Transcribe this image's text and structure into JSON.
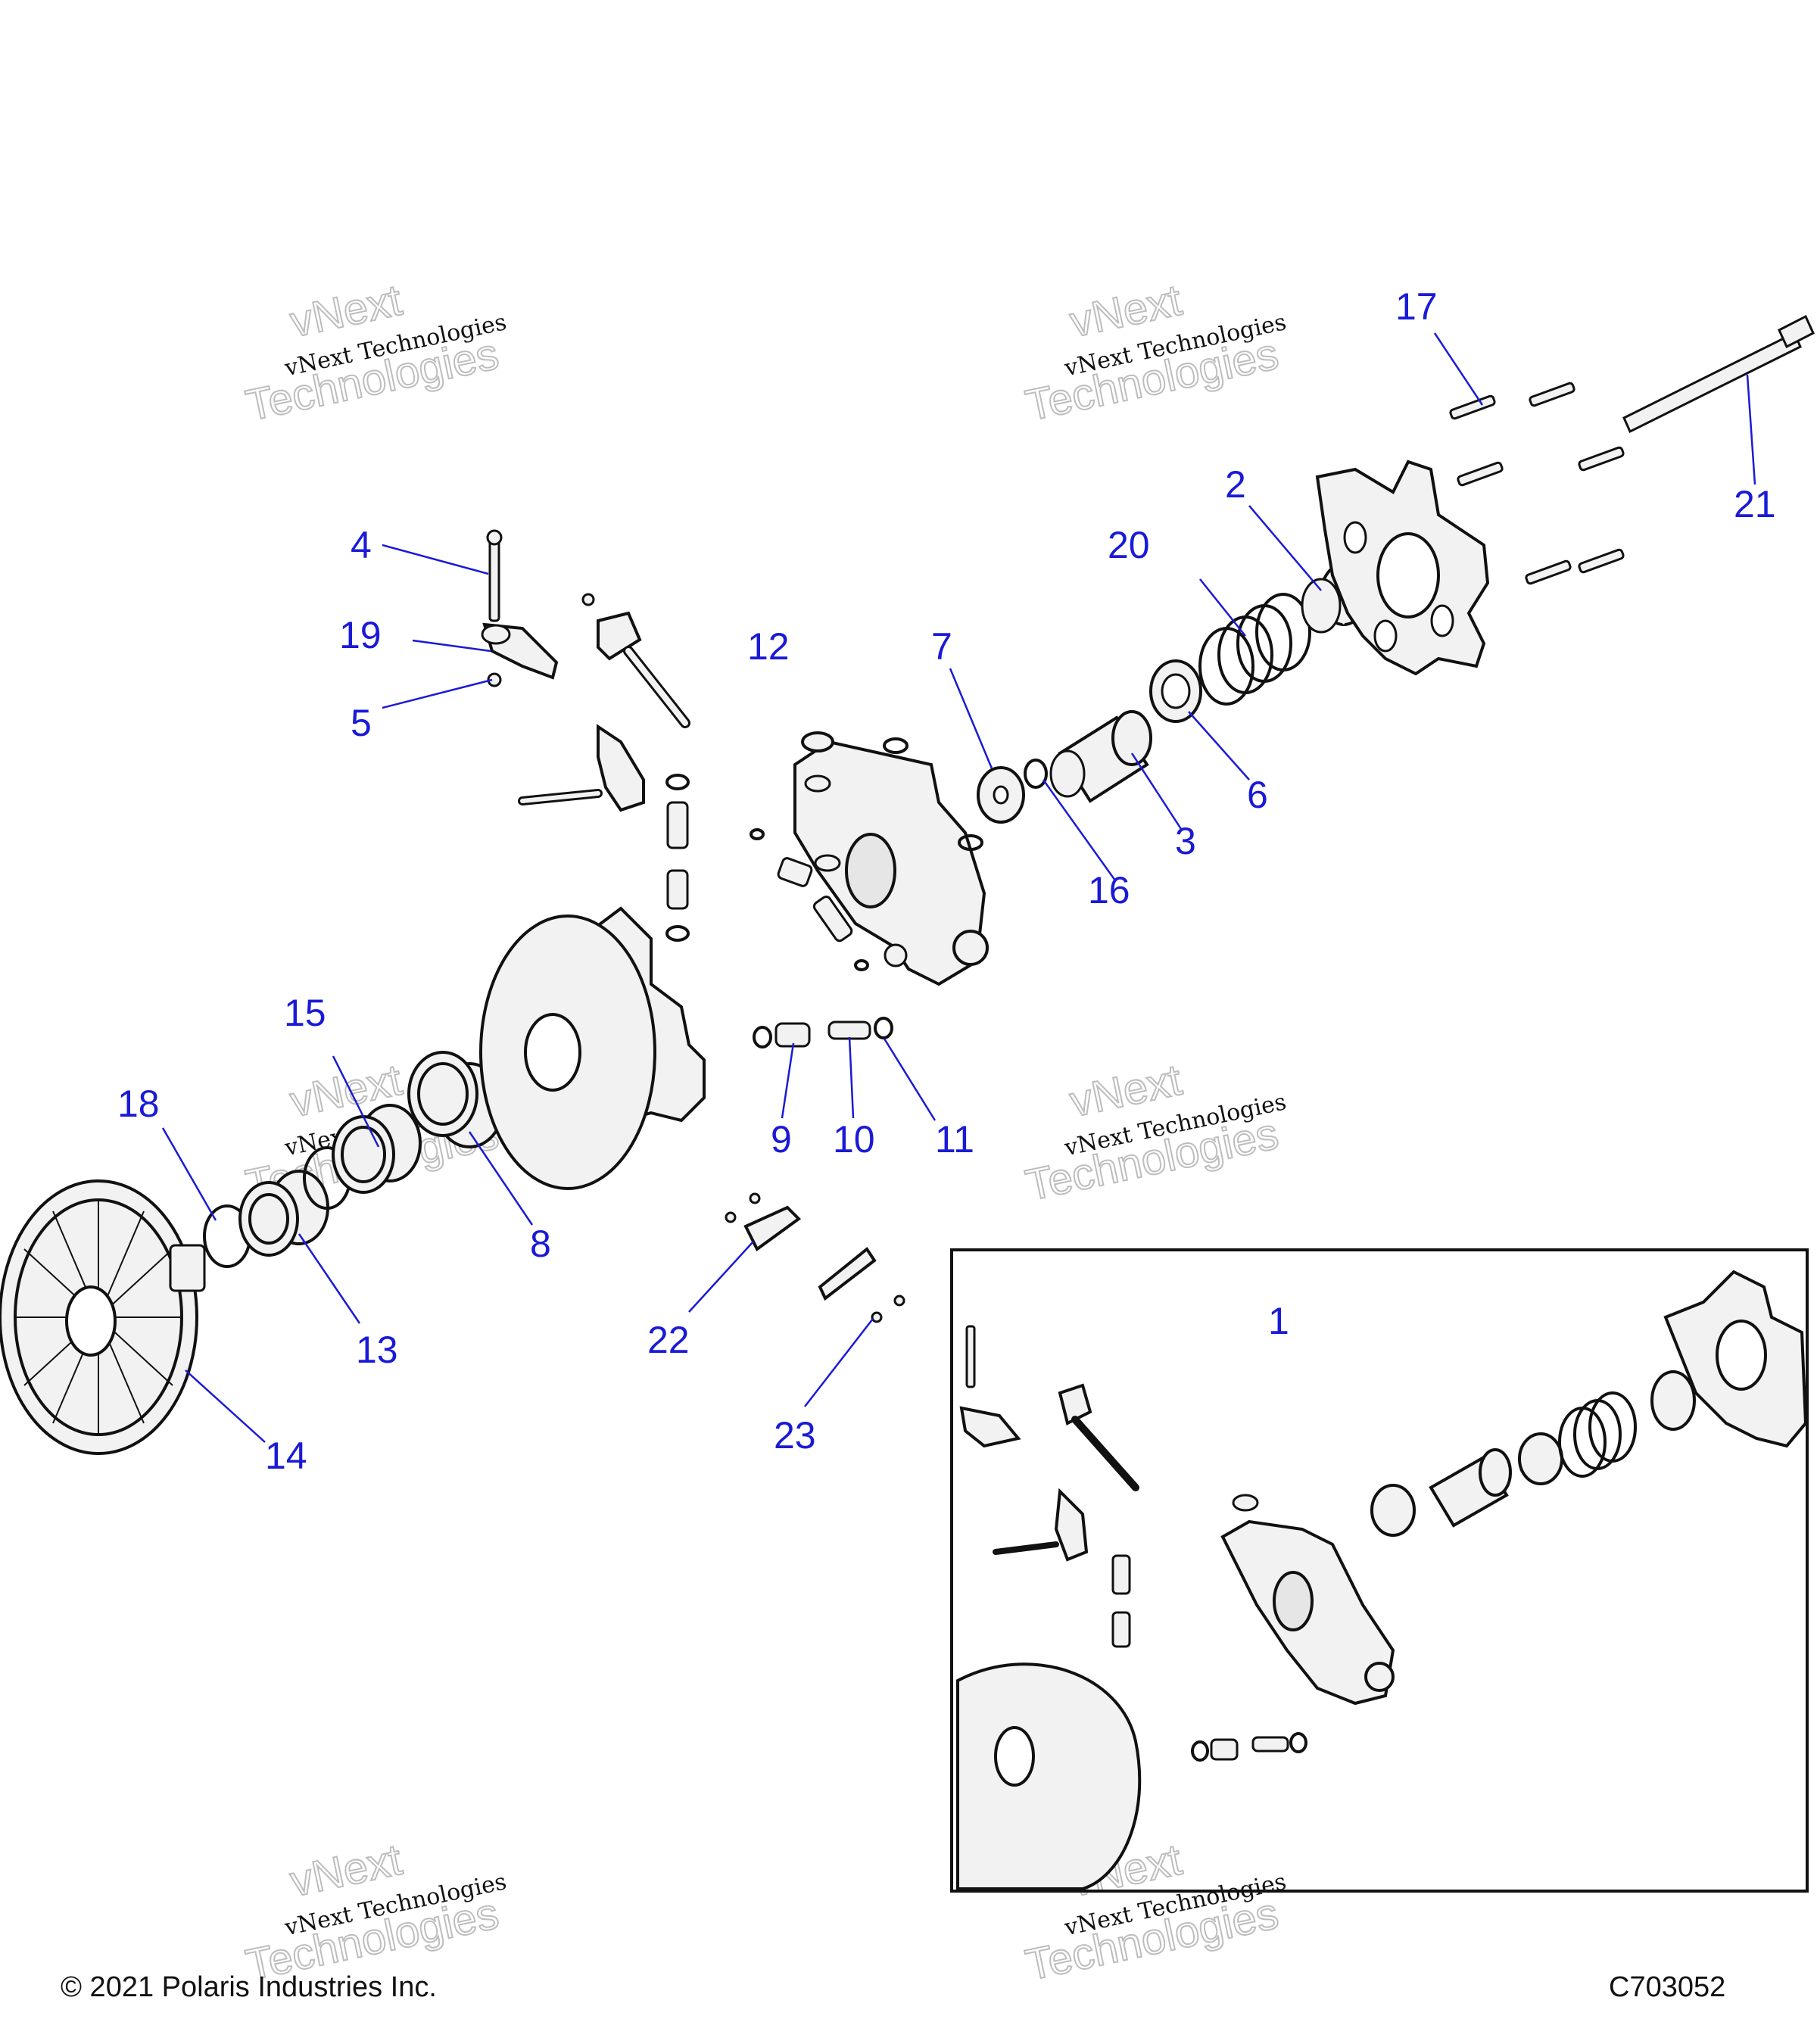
{
  "watermark": {
    "line1": "vNext",
    "line2": "vNext Technologies",
    "line3": "Technologies"
  },
  "callouts": [
    {
      "id": "c1",
      "label": "1"
    },
    {
      "id": "c2",
      "label": "2"
    },
    {
      "id": "c3",
      "label": "3"
    },
    {
      "id": "c4",
      "label": "4"
    },
    {
      "id": "c5",
      "label": "5"
    },
    {
      "id": "c6",
      "label": "6"
    },
    {
      "id": "c7",
      "label": "7"
    },
    {
      "id": "c8",
      "label": "8"
    },
    {
      "id": "c9",
      "label": "9"
    },
    {
      "id": "c10",
      "label": "10"
    },
    {
      "id": "c11",
      "label": "11"
    },
    {
      "id": "c12",
      "label": "12"
    },
    {
      "id": "c13",
      "label": "13"
    },
    {
      "id": "c14",
      "label": "14"
    },
    {
      "id": "c15",
      "label": "15"
    },
    {
      "id": "c16",
      "label": "16"
    },
    {
      "id": "c17",
      "label": "17"
    },
    {
      "id": "c18",
      "label": "18"
    },
    {
      "id": "c19",
      "label": "19"
    },
    {
      "id": "c20",
      "label": "20"
    },
    {
      "id": "c21",
      "label": "21"
    },
    {
      "id": "c22",
      "label": "22"
    },
    {
      "id": "c23",
      "label": "23"
    }
  ],
  "footer": {
    "copyright": "© 2021 Polaris Industries Inc.",
    "figure_code": "C703052"
  },
  "colors": {
    "callout": "#1a1ad6",
    "line": "#111111",
    "part_fill": "#f2f2f2"
  }
}
